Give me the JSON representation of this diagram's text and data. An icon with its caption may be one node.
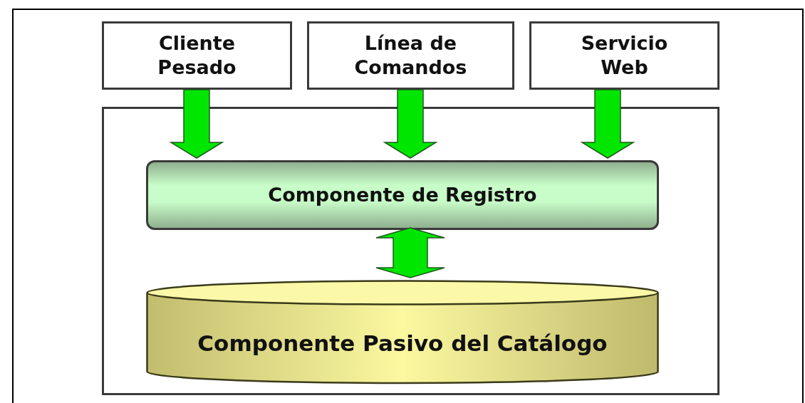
{
  "diagram": {
    "nodes": [
      {
        "text": [
          "Cliente Pesado"
        ]
      },
      {
        "text": [
          "Línea de Comandos"
        ]
      },
      {
        "text": [
          "Servicio Web"
        ]
      },
      {
        "text": [],
        "shape": "box"
      },
      {
        "text": [
          "Componente de Registro"
        ],
        "in": 3
      },
      {
        "text": [
          "Componente Pasivo del Catálogo"
        ],
        "in": 3
      }
    ],
    "edges": [
      {
        "from": 0,
        "to": 4,
        "arrow": "to"
      },
      {
        "from": 1,
        "to": 4,
        "arrow": "to"
      },
      {
        "from": 2,
        "to": 4,
        "arrow": "to"
      },
      {
        "from": 4,
        "to": 5,
        "arrow": "both"
      }
    ]
  }
}
